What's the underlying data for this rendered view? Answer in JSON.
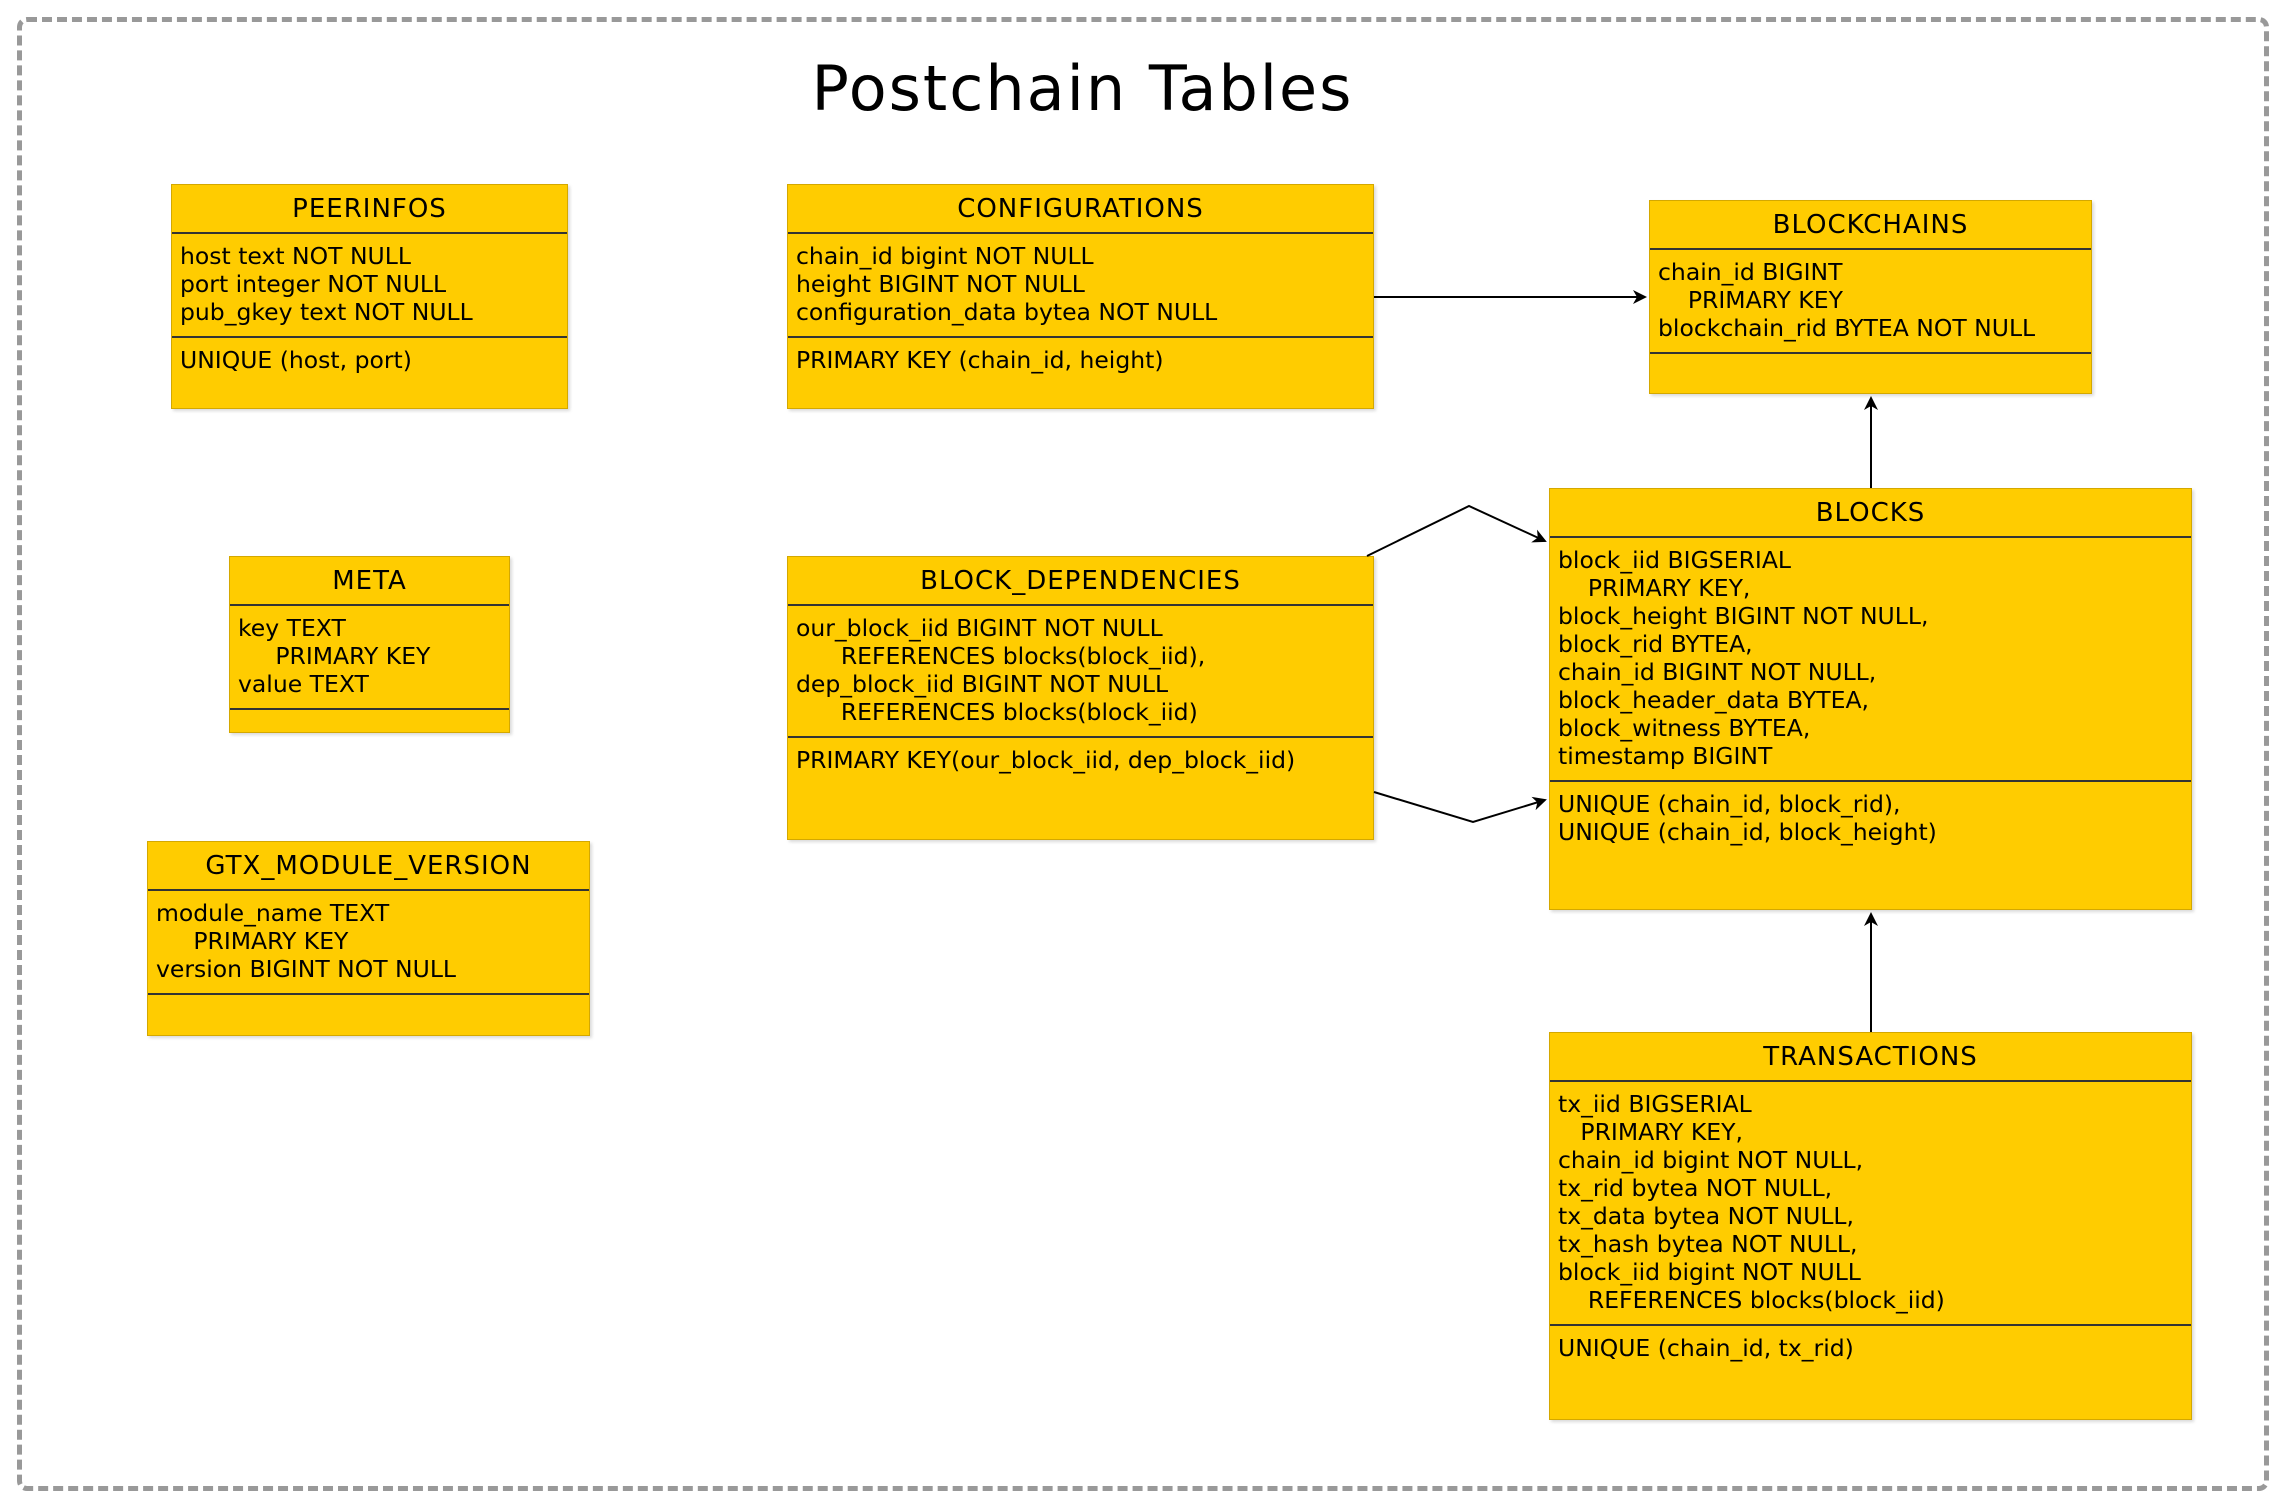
{
  "title": "Postchain Tables",
  "colors": {
    "table_fill": "#ffcc00",
    "frame": "#999999",
    "text": "#000000"
  },
  "tables": {
    "peerinfos": {
      "name": "PEERINFOS",
      "columns": [
        "host text NOT NULL",
        "port integer NOT NULL",
        "pub_gkey text NOT NULL"
      ],
      "constraints": [
        "UNIQUE (host, port)"
      ]
    },
    "configurations": {
      "name": "CONFIGURATIONS",
      "columns": [
        "chain_id bigint NOT NULL",
        "height BIGINT NOT NULL",
        "configuration_data bytea NOT NULL"
      ],
      "constraints": [
        "PRIMARY KEY (chain_id, height)"
      ]
    },
    "blockchains": {
      "name": "BLOCKCHAINS",
      "columns": [
        "chain_id BIGINT",
        "    PRIMARY KEY",
        "blockchain_rid BYTEA NOT NULL"
      ],
      "constraints": []
    },
    "meta": {
      "name": "META",
      "columns": [
        "key TEXT",
        "     PRIMARY KEY",
        "value TEXT"
      ],
      "constraints": []
    },
    "block_dependencies": {
      "name": "BLOCK_DEPENDENCIES",
      "columns": [
        "our_block_iid BIGINT NOT NULL",
        "      REFERENCES blocks(block_iid),",
        "dep_block_iid BIGINT NOT NULL",
        "      REFERENCES blocks(block_iid)"
      ],
      "constraints": [
        "PRIMARY KEY(our_block_iid, dep_block_iid)"
      ]
    },
    "blocks": {
      "name": "BLOCKS",
      "columns": [
        "block_iid BIGSERIAL",
        "    PRIMARY KEY,",
        "block_height BIGINT NOT NULL,",
        "block_rid BYTEA,",
        "chain_id BIGINT NOT NULL,",
        "block_header_data BYTEA,",
        "block_witness BYTEA,",
        "timestamp BIGINT"
      ],
      "constraints": [
        "UNIQUE (chain_id, block_rid),",
        "UNIQUE (chain_id, block_height)"
      ]
    },
    "gtx_module_version": {
      "name": "GTX_MODULE_VERSION",
      "columns": [
        "module_name TEXT",
        "     PRIMARY KEY",
        "version BIGINT NOT NULL"
      ],
      "constraints": []
    },
    "transactions": {
      "name": "TRANSACTIONS",
      "columns": [
        "tx_iid BIGSERIAL",
        "   PRIMARY KEY,",
        "chain_id bigint NOT NULL,",
        "tx_rid bytea NOT NULL,",
        "tx_data bytea NOT NULL,",
        "tx_hash bytea NOT NULL,",
        "block_iid bigint NOT NULL",
        "    REFERENCES blocks(block_iid)"
      ],
      "constraints": [
        "UNIQUE (chain_id, tx_rid)"
      ]
    }
  },
  "relations": [
    {
      "from": "CONFIGURATIONS",
      "to": "BLOCKCHAINS"
    },
    {
      "from": "BLOCKS",
      "to": "BLOCKCHAINS"
    },
    {
      "from": "BLOCK_DEPENDENCIES",
      "to": "BLOCKS"
    },
    {
      "from": "BLOCK_DEPENDENCIES",
      "to": "BLOCKS"
    },
    {
      "from": "TRANSACTIONS",
      "to": "BLOCKS"
    }
  ]
}
